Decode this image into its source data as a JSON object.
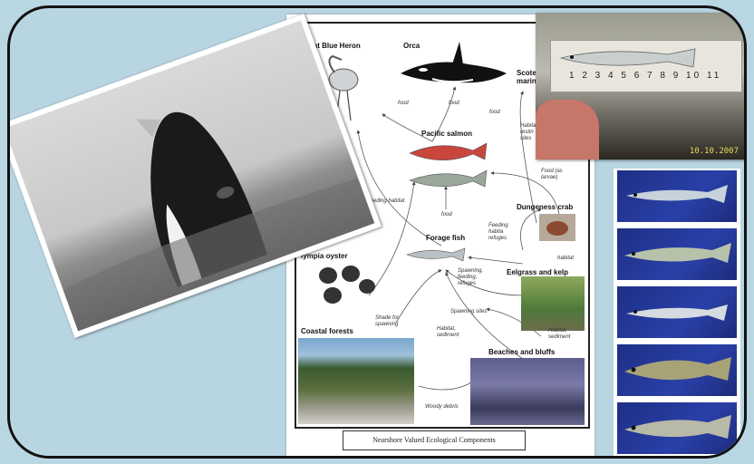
{
  "diagram": {
    "caption": "Nearshore Valued Ecological Components",
    "nodes": {
      "heron": "Great Blue Heron",
      "orca": "Orca",
      "scoter": "Scoter marine",
      "salmon": "Pacific salmon",
      "crab": "Dungeness crab",
      "forage": "Forage fish",
      "eelgrass": "Eelgrass and kelp",
      "oyster": "lympia oyster",
      "forests": "Coastal forests",
      "beaches": "Beaches and bluffs"
    },
    "edges": {
      "food1": "food",
      "food2": "food",
      "food3": "food",
      "food4": "food",
      "feeding_habitat": "Feeding habitat",
      "habitat_refuges": "Habita restin sites",
      "food_larvae": "Food (as larvae)",
      "feeding_refuges": "Feeding habita refuges",
      "habitat": "habitat",
      "spawning": "Spawning, feeding, refuges",
      "spawning_sites": "Spawning sites",
      "shade": "Shade for spawning",
      "habitat_sediment1": "Habitat, sediment",
      "habitat_sediment2": "Habitat, sediment",
      "woody_debris": "Woody debris"
    }
  },
  "ruler_photo": {
    "ruler_numbers": "1 2 3 4 5 6 7 8 9 10 11",
    "date_stamp": "10.10.2007"
  },
  "colors": {
    "background": "#b8d5e2",
    "frame": "#111111",
    "fish_panel": "#2a40a8"
  }
}
